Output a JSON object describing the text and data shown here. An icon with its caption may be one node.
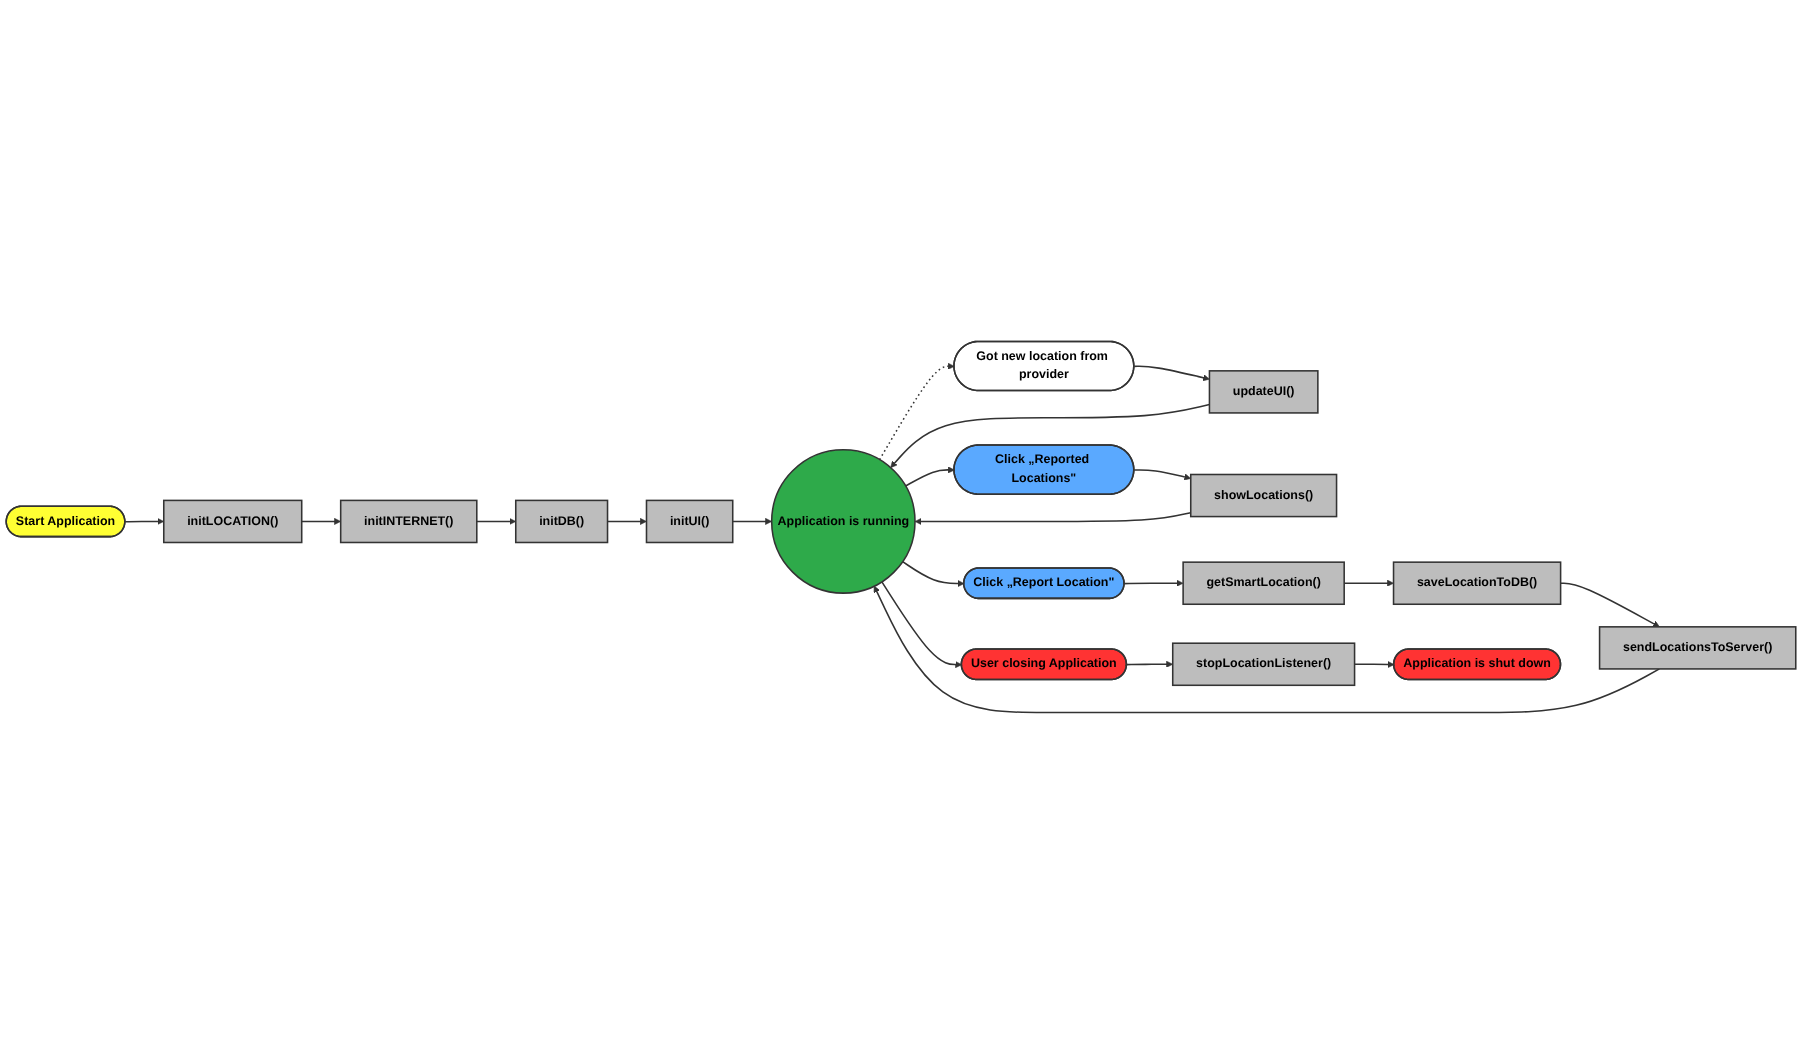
{
  "diagram": {
    "nodes": [
      {
        "text": [
          "Start Application"
        ]
      },
      {
        "text": [
          "initLOCATION()"
        ]
      },
      {
        "text": [
          "initINTERNET()"
        ]
      },
      {
        "text": [
          "initDB()"
        ]
      },
      {
        "text": [
          "initUI()"
        ]
      },
      {
        "text": [
          "updateUI()"
        ]
      },
      {
        "text": [
          "Got new location from provider"
        ]
      },
      {
        "text": [
          "sendLocationsToServer()"
        ]
      },
      {
        "text": [
          "showLocations()"
        ]
      },
      {
        "text": [
          "Click „Reported Locations\""
        ]
      },
      {
        "text": [
          "Application is running"
        ]
      },
      {
        "text": [
          "saveLocationToDB()"
        ]
      },
      {
        "text": [
          "getSmartLocation()"
        ]
      },
      {
        "text": [
          "Click „Report Location\""
        ]
      },
      {
        "text": [
          "Application is shut down"
        ]
      },
      {
        "text": [
          "stopLocationListener()"
        ]
      },
      {
        "text": [
          "User closing Application"
        ]
      }
    ],
    "edges": [
      {
        "from": 0,
        "to": 1,
        "arrow": "to"
      },
      {
        "from": 1,
        "to": 2,
        "arrow": "to"
      },
      {
        "from": 2,
        "to": 3,
        "arrow": "to"
      },
      {
        "from": 3,
        "to": 4,
        "arrow": "to"
      },
      {
        "from": 4,
        "to": 10,
        "arrow": "to"
      },
      {
        "from": 5,
        "to": 10,
        "arrow": "to"
      },
      {
        "from": 8,
        "to": 10,
        "arrow": "to"
      },
      {
        "from": 7,
        "to": 10,
        "arrow": "to"
      },
      {
        "from": 6,
        "to": 5,
        "arrow": "to"
      },
      {
        "from": 10,
        "to": 6,
        "arrow": "to",
        "style": "dashed"
      },
      {
        "from": 10,
        "to": 9,
        "arrow": "to"
      },
      {
        "from": 10,
        "to": 13,
        "arrow": "to"
      },
      {
        "from": 10,
        "to": 16,
        "arrow": "to"
      },
      {
        "from": 9,
        "to": 8,
        "arrow": "to"
      },
      {
        "from": 13,
        "to": 12,
        "arrow": "to"
      },
      {
        "from": 12,
        "to": 11,
        "arrow": "to"
      },
      {
        "from": 11,
        "to": 7,
        "arrow": "to"
      },
      {
        "from": 16,
        "to": 15,
        "arrow": "to"
      },
      {
        "from": 15,
        "to": 14,
        "arrow": "to"
      }
    ]
  }
}
